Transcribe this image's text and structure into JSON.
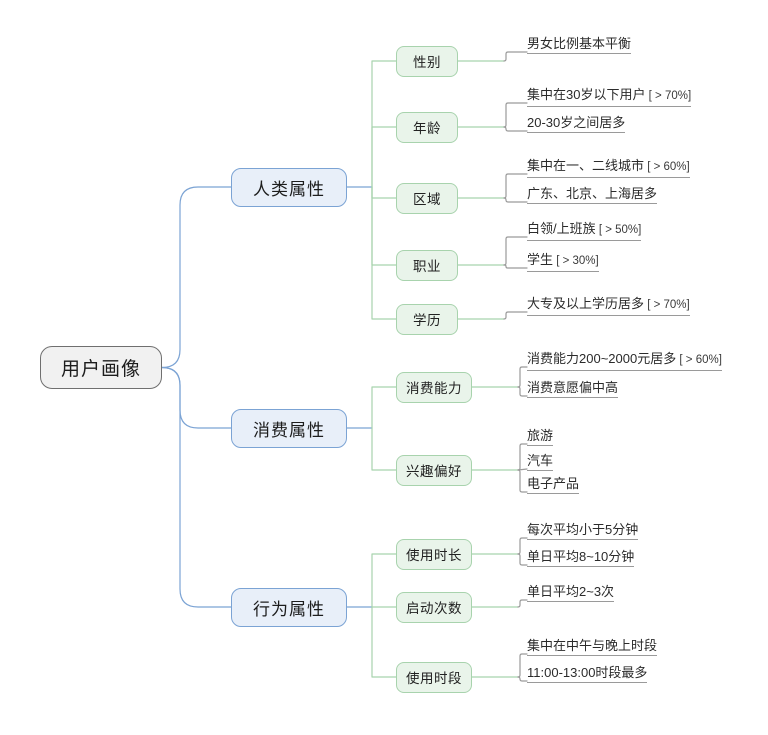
{
  "diagram": {
    "title": "用户画像",
    "type": "mind-map",
    "colors": {
      "root_fill": "#f1f1f1",
      "root_border": "#6f6f6f",
      "level2_fill": "#e8eff9",
      "level2_border": "#7ba3d4",
      "level3_fill": "#e9f4ea",
      "level3_border": "#a8d3ad",
      "trunk_line": "#7ba3d4",
      "branch_line": "#a8d3ad",
      "leaf_line": "#9a9a9a",
      "background": "#ffffff"
    }
  },
  "root": {
    "label": "用户画像"
  },
  "branches": [
    {
      "label": "人类属性",
      "children": [
        {
          "label": "性别",
          "leaves": [
            {
              "text": "男女比例基本平衡",
              "pct": ""
            }
          ]
        },
        {
          "label": "年龄",
          "leaves": [
            {
              "text": "集中在30岁以下用户",
              "pct": " [ > 70%]"
            },
            {
              "text": "20-30岁之间居多",
              "pct": ""
            }
          ]
        },
        {
          "label": "区域",
          "leaves": [
            {
              "text": "集中在一、二线城市",
              "pct": " [ > 60%]"
            },
            {
              "text": "广东、北京、上海居多",
              "pct": ""
            }
          ]
        },
        {
          "label": "职业",
          "leaves": [
            {
              "text": "白领/上班族",
              "pct": " [ > 50%]"
            },
            {
              "text": "学生",
              "pct": " [ > 30%]"
            }
          ]
        },
        {
          "label": "学历",
          "leaves": [
            {
              "text": "大专及以上学历居多",
              "pct": " [ > 70%]"
            }
          ]
        }
      ]
    },
    {
      "label": "消费属性",
      "children": [
        {
          "label": "消费能力",
          "leaves": [
            {
              "text": "消费能力200~2000元居多",
              "pct": " [ > 60%]"
            },
            {
              "text": "消费意愿偏中高",
              "pct": ""
            }
          ]
        },
        {
          "label": "兴趣偏好",
          "leaves": [
            {
              "text": "旅游",
              "pct": ""
            },
            {
              "text": "汽车",
              "pct": ""
            },
            {
              "text": "电子产品",
              "pct": ""
            }
          ]
        }
      ]
    },
    {
      "label": "行为属性",
      "children": [
        {
          "label": "使用时长",
          "leaves": [
            {
              "text": "每次平均小于5分钟",
              "pct": ""
            },
            {
              "text": "单日平均8~10分钟",
              "pct": ""
            }
          ]
        },
        {
          "label": "启动次数",
          "leaves": [
            {
              "text": "单日平均2~3次",
              "pct": ""
            }
          ]
        },
        {
          "label": "使用时段",
          "leaves": [
            {
              "text": "集中在中午与晚上时段",
              "pct": ""
            },
            {
              "text": "11:00-13:00时段最多",
              "pct": ""
            }
          ]
        }
      ]
    }
  ]
}
